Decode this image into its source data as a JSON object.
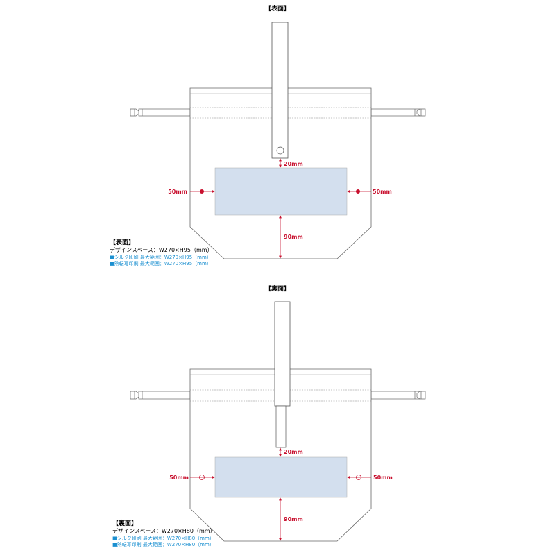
{
  "front": {
    "heading": "【表面】",
    "dim_top": "20mm",
    "dim_left": "50mm",
    "dim_right": "50mm",
    "dim_bottom": "90mm",
    "info_title": "【表面】",
    "info_space": "デザインスペース：W270×H95（mm）",
    "info_silk": "■シルク印刷 最大範囲：W270×H95（mm）",
    "info_heat": "■熱転写印刷 最大範囲：W270×H95（mm）"
  },
  "back": {
    "heading": "【裏面】",
    "dim_top": "20mm",
    "dim_left": "50mm",
    "dim_right": "50mm",
    "dim_bottom": "90mm",
    "info_title": "【裏面】",
    "info_space": "デザインスペース：W270×H80（mm）",
    "info_silk": "■シルク印刷 最大範囲：W270×H80（mm）",
    "info_heat": "■熱転写印刷 最大範囲：W270×H80（mm）"
  },
  "colors": {
    "outline": "#555555",
    "print_area": "#d3dfee",
    "dimension": "#c8102e",
    "info_blue": "#1a8fd0"
  }
}
